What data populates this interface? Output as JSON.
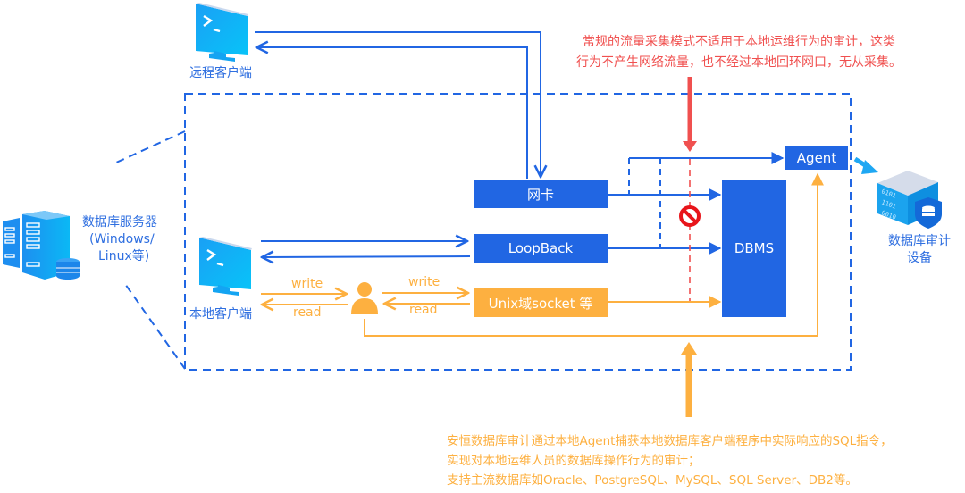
{
  "nodes": {
    "remote_client": "远程客户端",
    "local_client": "本地客户端",
    "db_server": [
      "数据库服务器",
      "(Windows/",
      "Linux等)"
    ],
    "nic": "网卡",
    "loopback": "LoopBack",
    "unix_socket": "Unix域socket 等",
    "dbms": "DBMS",
    "agent": "Agent",
    "audit_device": [
      "数据库审计",
      "设备"
    ]
  },
  "flows": {
    "write_left": "write",
    "read_left": "read",
    "write_right": "write",
    "read_right": "read"
  },
  "notes": {
    "red": [
      "常规的流量采集模式不适用于本地运维行为的审计，这类",
      "行为不产生网络流量，也不经过本地回环网口，无从采集。"
    ],
    "orange": [
      "安恒数据库审计通过本地Agent捕获本地数据库客户端程序中实际响应的SQL指令，",
      "实现对本地运维人员的数据库操作行为的审计；",
      "支持主流数据库如Oracle、PostgreSQL、MySQL、SQL Server、DB2等。"
    ]
  },
  "icons": {
    "remote_client": "monitor-terminal-icon",
    "local_client": "monitor-terminal-icon",
    "db_server": "server-rack-icon",
    "user": "user-icon",
    "blocked": "no-entry-icon",
    "audit_device": "database-shield-icon"
  },
  "colors": {
    "blue": "#2166e3",
    "orange": "#fdb040",
    "red": "#f0504f",
    "cyan": "#1ea7f3"
  }
}
